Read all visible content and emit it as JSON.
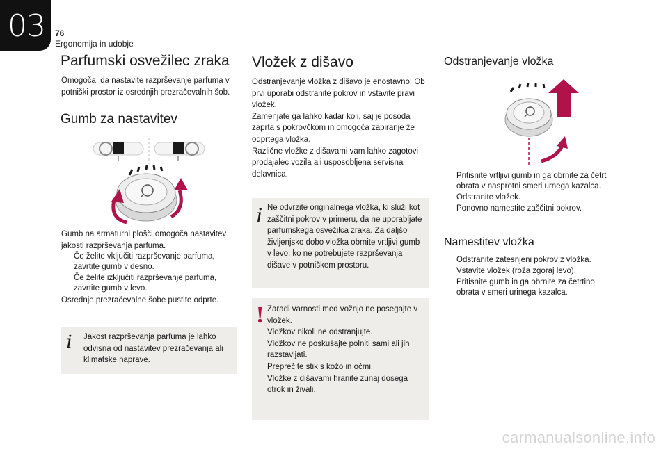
{
  "header": {
    "chapter": "03",
    "page_number": "76",
    "section": "Ergonomija in udobje"
  },
  "col1": {
    "title": "Parfumski osvežilec zraka",
    "intro": "Omogoča, da nastavite razprševanje parfuma v potniški prostor iz osrednjih prezračevalnih šob.",
    "subtitle": "Gumb za nastavitev",
    "body": "Gumb na armaturni plošči omogoča nastavitev jakosti razprševanja parfuma.",
    "bullets": [
      "Če želite vključiti razprševanje parfuma, zavrtite gumb v desno.",
      "Če želite izključiti razprševanje parfuma, zavrtite gumb v levo."
    ],
    "after": "Osrednje prezračevalne šobe pustite odprte.",
    "info": "Jakost razprševanja parfuma je lahko odvisna od nastavitev prezračevanja ali klimatske naprave."
  },
  "col2": {
    "title": "Vložek z dišavo",
    "body": "Odstranjevanje vložka z dišavo je enostavno. Ob prvi uporabi odstranite pokrov in vstavite pravi vložek.\nZamenjate ga lahko kadar koli, saj je posoda zaprta s pokrovčkom in omogoča zapiranje že odprtega vložka.\nRazlične vložke z dišavami vam lahko zagotovi prodajalec vozila ali usposobljena servisna delavnica.",
    "info": "Ne odvrzite originalnega vložka, ki služi kot zaščitni pokrov v primeru, da ne uporabljate parfumskega osvežilca zraka. Za daljšo življenjsko dobo vložka obrnite vrtljivi gumb v levo, ko ne potrebujete razprševanja dišave v potniškem prostoru.",
    "warning": "Zaradi varnosti med vožnjo ne posegajte v vložek.\nVložkov nikoli ne odstranjujte.\nVložkov ne poskušajte polniti sami ali jih razstavljati.\nPreprečite stik s kožo in očmi.\nVložke z dišavami hranite zunaj dosega otrok in živali."
  },
  "col3": {
    "title1": "Odstranjevanje vložka",
    "bullets1": [
      "Pritisnite vrtljivi gumb in ga obrnite za četrt obrata v nasprotni smeri urnega kazalca.",
      "Odstranite vložek.",
      "Ponovno namestite zaščitni pokrov."
    ],
    "title2": "Namestitev vložka",
    "bullets2": [
      "Odstranite zatesnjeni pokrov z vložka.",
      "Vstavite vložek (roža zgoraj levo).",
      "Pritisnite gumb in ga obrnite za četrtino obrata v smeri urinega kazalca."
    ]
  },
  "icons": {
    "bullet": "ballot-box-icon",
    "info": "info-icon",
    "warning": "warning-icon"
  },
  "colors": {
    "accent": "#b0124a",
    "box_bg": "#efedea",
    "chapter_bg": "#111111"
  },
  "bullet_glyph": "",
  "watermark": "carmanualsonline.info"
}
